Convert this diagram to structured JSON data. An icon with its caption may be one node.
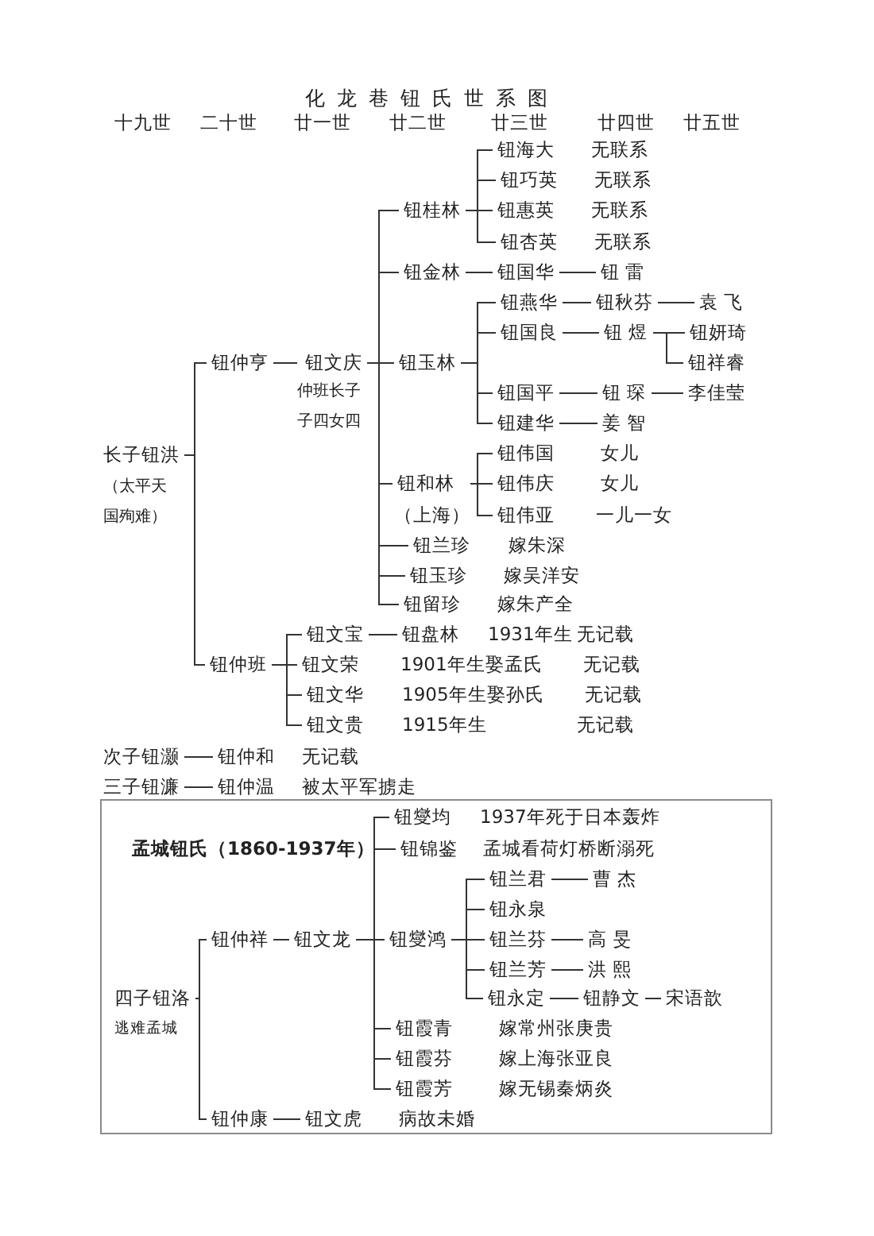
{
  "diagram": {
    "title": "化龙巷钮氏世系图",
    "nodes": [
      {
        "text": [
          "长子钮洪"
        ],
        "beside": [
          "（太平天国殉难）"
        ]
      },
      {
        "text": [
          "钮仲亨"
        ]
      },
      {
        "text": [
          "钮文庆"
        ],
        "beside": [
          "仲班长子",
          "子四女四"
        ]
      },
      {
        "text": [
          "钮桂林"
        ]
      },
      {
        "text": [
          "钮海大"
        ],
        "beside": [
          "无联系"
        ]
      },
      {
        "text": [
          "钮巧英"
        ],
        "beside": [
          "无联系"
        ]
      },
      {
        "text": [
          "钮惠英"
        ],
        "beside": [
          "无联系"
        ]
      },
      {
        "text": [
          "钮杏英"
        ],
        "beside": [
          "无联系"
        ]
      },
      {
        "text": [
          "钮金林"
        ]
      },
      {
        "text": [
          "钮国华"
        ]
      },
      {
        "text": [
          "钮 雷"
        ]
      },
      {
        "text": [
          "钮玉林"
        ]
      },
      {
        "text": [
          "钮燕华"
        ]
      },
      {
        "text": [
          "钮秋芬"
        ]
      },
      {
        "text": [
          "袁 飞"
        ]
      },
      {
        "text": [
          "钮国良"
        ]
      },
      {
        "text": [
          "钮 煜"
        ]
      },
      {
        "text": [
          "钮妍琦"
        ]
      },
      {
        "text": [
          "钮祥睿"
        ]
      },
      {
        "text": [
          "钮国平"
        ]
      },
      {
        "text": [
          "钮 琛"
        ]
      },
      {
        "text": [
          "李佳莹"
        ]
      },
      {
        "text": [
          "钮建华"
        ]
      },
      {
        "text": [
          "姜 智"
        ]
      },
      {
        "text": [
          "钮和林"
        ],
        "beside": [
          "（上海）"
        ]
      },
      {
        "text": [
          "钮伟国"
        ],
        "beside": [
          "女儿"
        ]
      },
      {
        "text": [
          "钮伟庆"
        ],
        "beside": [
          "女儿"
        ]
      },
      {
        "text": [
          "钮伟亚"
        ],
        "beside": [
          "一儿一女"
        ]
      },
      {
        "text": [
          "钮兰珍"
        ],
        "beside": [
          "嫁朱深"
        ]
      },
      {
        "text": [
          "钮玉珍"
        ],
        "beside": [
          "嫁吴洋安"
        ]
      },
      {
        "text": [
          "钮留珍"
        ],
        "beside": [
          "嫁朱产全"
        ]
      },
      {
        "text": [
          "钮仲班"
        ]
      },
      {
        "text": [
          "钮文宝"
        ]
      },
      {
        "text": [
          "钮盘林"
        ],
        "beside": [
          "1931年生",
          "无记载"
        ]
      },
      {
        "text": [
          "钮文荣"
        ],
        "beside": [
          "1901年生娶孟氏",
          "无记载"
        ]
      },
      {
        "text": [
          "钮文华"
        ],
        "beside": [
          "1905年生娶孙氏",
          "无记载"
        ]
      },
      {
        "text": [
          "钮文贵"
        ],
        "beside": [
          "1915年生",
          "无记载"
        ]
      },
      {
        "text": [
          "次子钮灏"
        ]
      },
      {
        "text": [
          "钮仲和"
        ],
        "beside": [
          "无记载"
        ]
      },
      {
        "text": [
          "三子钮濂"
        ]
      },
      {
        "text": [
          "钮仲温"
        ],
        "beside": [
          "被太平军掳走"
        ]
      },
      {
        "text": [
          "孟城钮氏（1860-1937年）"
        ]
      },
      {
        "text": [
          "四子钮洛"
        ],
        "beside": [
          "逃难孟城"
        ],
        "in": 41
      },
      {
        "text": [
          "钮仲祥"
        ],
        "in": 41
      },
      {
        "text": [
          "钮文龙"
        ],
        "in": 41
      },
      {
        "text": [
          "钮燮均"
        ],
        "beside": [
          "1937年死于日本轰炸"
        ],
        "in": 41
      },
      {
        "text": [
          "钮锦鉴"
        ],
        "beside": [
          "孟城看荷灯桥断溺死"
        ],
        "in": 41
      },
      {
        "text": [
          "钮燮鸿"
        ],
        "in": 41
      },
      {
        "text": [
          "钮兰君"
        ],
        "in": 41
      },
      {
        "text": [
          "曹 杰"
        ],
        "in": 41
      },
      {
        "text": [
          "钮永泉"
        ],
        "in": 41
      },
      {
        "text": [
          "钮兰芬"
        ],
        "in": 41
      },
      {
        "text": [
          "高 旻"
        ],
        "in": 41
      },
      {
        "text": [
          "钮兰芳"
        ],
        "in": 41
      },
      {
        "text": [
          "洪 熙"
        ],
        "in": 41
      },
      {
        "text": [
          "钮永定"
        ],
        "in": 41
      },
      {
        "text": [
          "钮静文"
        ],
        "in": 41
      },
      {
        "text": [
          "宋语歆"
        ],
        "in": 41
      },
      {
        "text": [
          "钮霞青"
        ],
        "beside": [
          "嫁常州张庚贵"
        ],
        "in": 41
      },
      {
        "text": [
          "钮霞芬"
        ],
        "beside": [
          "嫁上海张亚良"
        ],
        "in": 41
      },
      {
        "text": [
          "钮霞芳"
        ],
        "beside": [
          "嫁无锡秦炳炎"
        ],
        "in": 41
      },
      {
        "text": [
          "钮仲康"
        ],
        "in": 41
      },
      {
        "text": [
          "钮文虎"
        ],
        "beside": [
          "病故未婚"
        ],
        "in": 41
      }
    ],
    "edges": [
      {
        "from": 0,
        "to": 1,
        "arrow": "none"
      },
      {
        "from": 0,
        "to": 31,
        "arrow": "none"
      },
      {
        "from": 1,
        "to": 2,
        "arrow": "none"
      },
      {
        "from": 2,
        "to": 3,
        "arrow": "none"
      },
      {
        "from": 2,
        "to": 8,
        "arrow": "none"
      },
      {
        "from": 2,
        "to": 11,
        "arrow": "none"
      },
      {
        "from": 2,
        "to": 24,
        "arrow": "none"
      },
      {
        "from": 2,
        "to": 28,
        "arrow": "none"
      },
      {
        "from": 2,
        "to": 29,
        "arrow": "none"
      },
      {
        "from": 2,
        "to": 30,
        "arrow": "none"
      },
      {
        "from": 3,
        "to": 4,
        "arrow": "none"
      },
      {
        "from": 3,
        "to": 5,
        "arrow": "none"
      },
      {
        "from": 3,
        "to": 6,
        "arrow": "none"
      },
      {
        "from": 3,
        "to": 7,
        "arrow": "none"
      },
      {
        "from": 8,
        "to": 9,
        "arrow": "none"
      },
      {
        "from": 9,
        "to": 10,
        "arrow": "none"
      },
      {
        "from": 11,
        "to": 12,
        "arrow": "none"
      },
      {
        "from": 11,
        "to": 15,
        "arrow": "none"
      },
      {
        "from": 11,
        "to": 19,
        "arrow": "none"
      },
      {
        "from": 11,
        "to": 22,
        "arrow": "none"
      },
      {
        "from": 12,
        "to": 13,
        "arrow": "none"
      },
      {
        "from": 13,
        "to": 14,
        "arrow": "none"
      },
      {
        "from": 15,
        "to": 16,
        "arrow": "none"
      },
      {
        "from": 16,
        "to": 17,
        "arrow": "none"
      },
      {
        "from": 16,
        "to": 18,
        "arrow": "none"
      },
      {
        "from": 19,
        "to": 20,
        "arrow": "none"
      },
      {
        "from": 20,
        "to": 21,
        "arrow": "none"
      },
      {
        "from": 22,
        "to": 23,
        "arrow": "none"
      },
      {
        "from": 24,
        "to": 25,
        "arrow": "none"
      },
      {
        "from": 24,
        "to": 26,
        "arrow": "none"
      },
      {
        "from": 24,
        "to": 27,
        "arrow": "none"
      },
      {
        "from": 31,
        "to": 32,
        "arrow": "none"
      },
      {
        "from": 31,
        "to": 34,
        "arrow": "none"
      },
      {
        "from": 31,
        "to": 35,
        "arrow": "none"
      },
      {
        "from": 31,
        "to": 36,
        "arrow": "none"
      },
      {
        "from": 32,
        "to": 33,
        "arrow": "none"
      },
      {
        "from": 37,
        "to": 38,
        "arrow": "none"
      },
      {
        "from": 39,
        "to": 40,
        "arrow": "none"
      },
      {
        "from": 42,
        "to": 43,
        "arrow": "none"
      },
      {
        "from": 42,
        "to": 61,
        "arrow": "none"
      },
      {
        "from": 43,
        "to": 44,
        "arrow": "none"
      },
      {
        "from": 44,
        "to": 45,
        "arrow": "none"
      },
      {
        "from": 44,
        "to": 46,
        "arrow": "none"
      },
      {
        "from": 44,
        "to": 47,
        "arrow": "none"
      },
      {
        "from": 44,
        "to": 58,
        "arrow": "none"
      },
      {
        "from": 44,
        "to": 59,
        "arrow": "none"
      },
      {
        "from": 44,
        "to": 60,
        "arrow": "none"
      },
      {
        "from": 47,
        "to": 48,
        "arrow": "none"
      },
      {
        "from": 47,
        "to": 50,
        "arrow": "none"
      },
      {
        "from": 47,
        "to": 51,
        "arrow": "none"
      },
      {
        "from": 47,
        "to": 53,
        "arrow": "none"
      },
      {
        "from": 47,
        "to": 55,
        "arrow": "none"
      },
      {
        "from": 48,
        "to": 49,
        "arrow": "none"
      },
      {
        "from": 51,
        "to": 52,
        "arrow": "none"
      },
      {
        "from": 53,
        "to": 54,
        "arrow": "none"
      },
      {
        "from": 55,
        "to": 56,
        "arrow": "none"
      },
      {
        "from": 56,
        "to": 57,
        "arrow": "none"
      },
      {
        "from": 61,
        "to": 62,
        "arrow": "none"
      }
    ],
    "labels": [
      "十九世",
      "二十世",
      "廿一世",
      "廿二世",
      "廿三世",
      "廿四世",
      "廿五世"
    ]
  }
}
